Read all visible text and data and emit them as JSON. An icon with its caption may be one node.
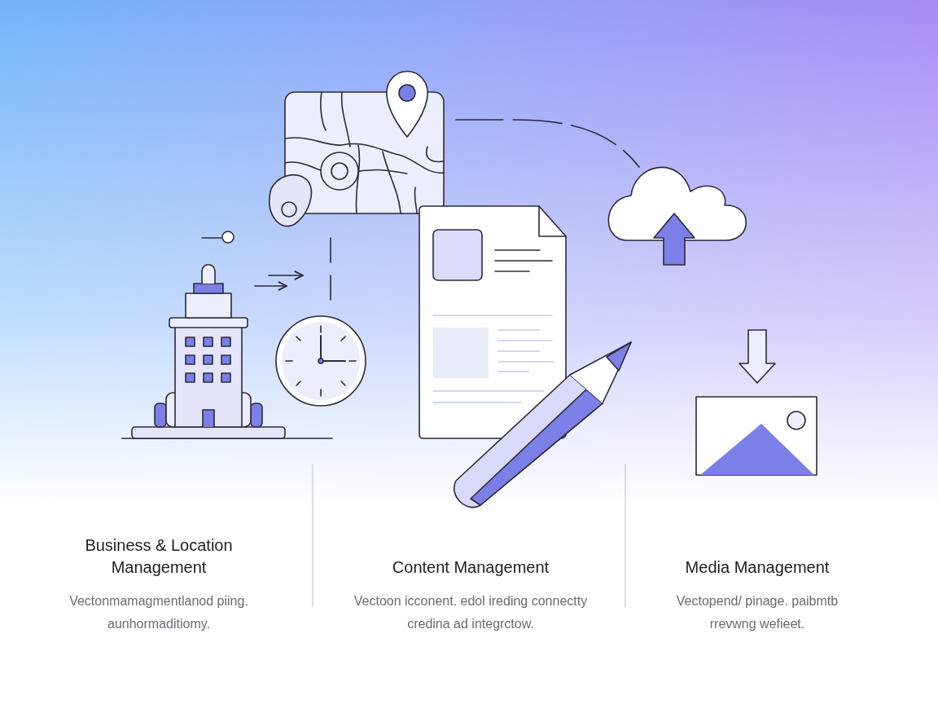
{
  "diagram": {
    "labels": [
      "Business & Location Management",
      "Vectonmamagmentlanod piing. aunhormaditiomy.",
      "Content Management",
      "Vectoon icconent. edol ireding connectty credina ad integrctow.",
      "Media Management",
      "Vectopend/ pinage. paibmtb rrevwng wefieet."
    ]
  }
}
